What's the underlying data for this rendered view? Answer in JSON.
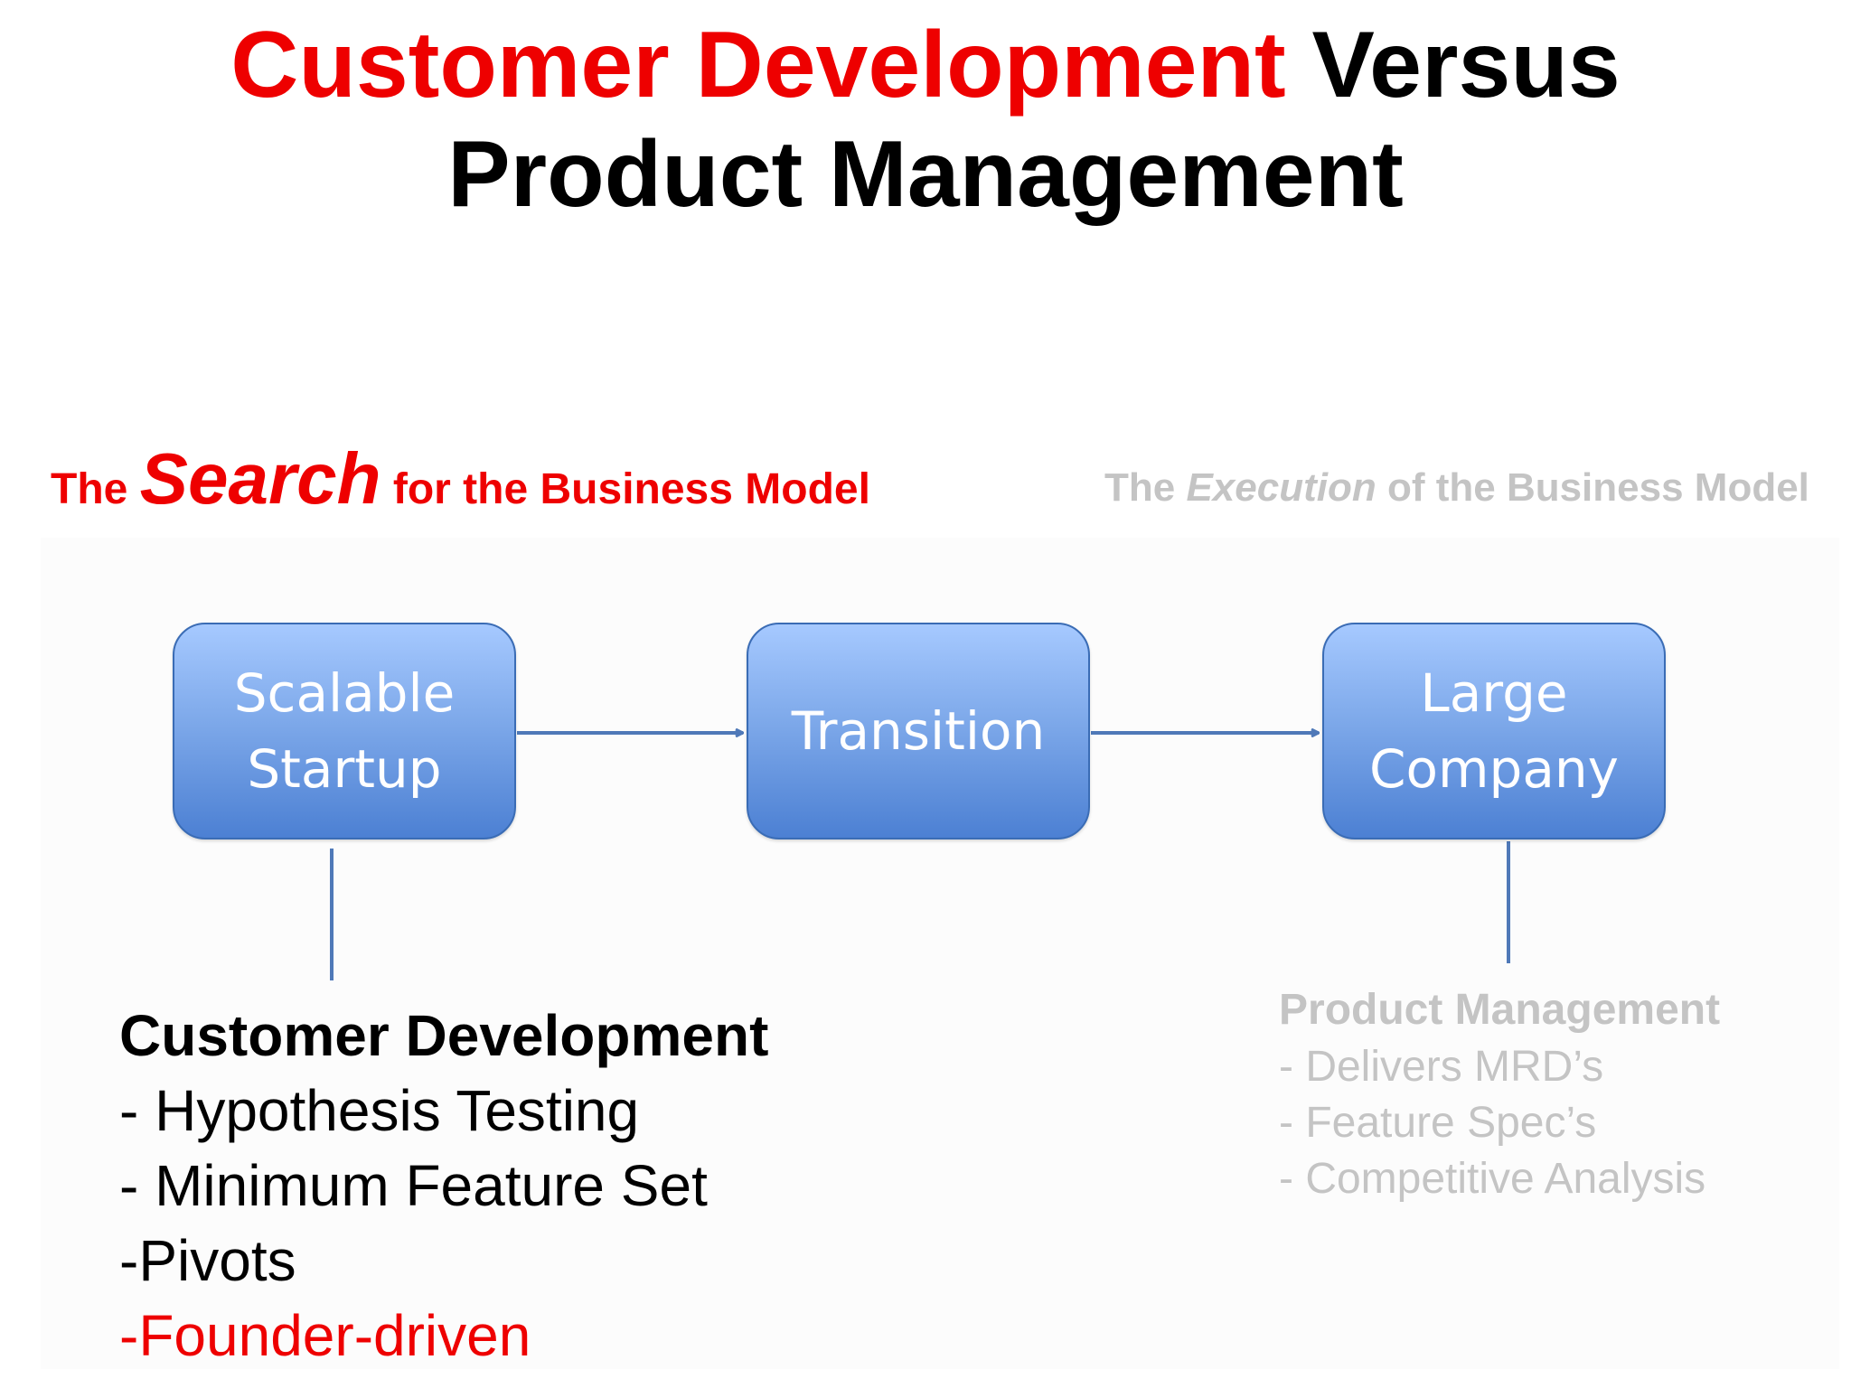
{
  "title": {
    "line1_highlight": "Customer Development",
    "line1_rest": " Versus",
    "line2": "Product Management"
  },
  "search_heading": {
    "pre": "The ",
    "emphasis": "Search",
    "post": " for the Business Model"
  },
  "execution_heading": {
    "pre": "The ",
    "emphasis": "Execution",
    "post": " of the Business Model"
  },
  "boxes": {
    "startup": {
      "line1": "Scalable",
      "line2": "Startup"
    },
    "transition": {
      "line1": "Transition"
    },
    "company": {
      "line1": "Large",
      "line2": "Company"
    }
  },
  "customer_development": {
    "heading": "Customer Development",
    "items": [
      "- Hypothesis Testing",
      "- Minimum Feature Set",
      "-Pivots",
      "-Founder-driven"
    ]
  },
  "product_management": {
    "heading": "Product Management",
    "items": [
      "- Delivers MRD’s",
      "- Feature Spec’s",
      "- Competitive Analysis"
    ]
  },
  "colors": {
    "accent_red": "#ee0000",
    "muted_gray": "#c4c4c4",
    "box_blue": "#4c80d3",
    "connector_blue": "#4f79b8"
  }
}
